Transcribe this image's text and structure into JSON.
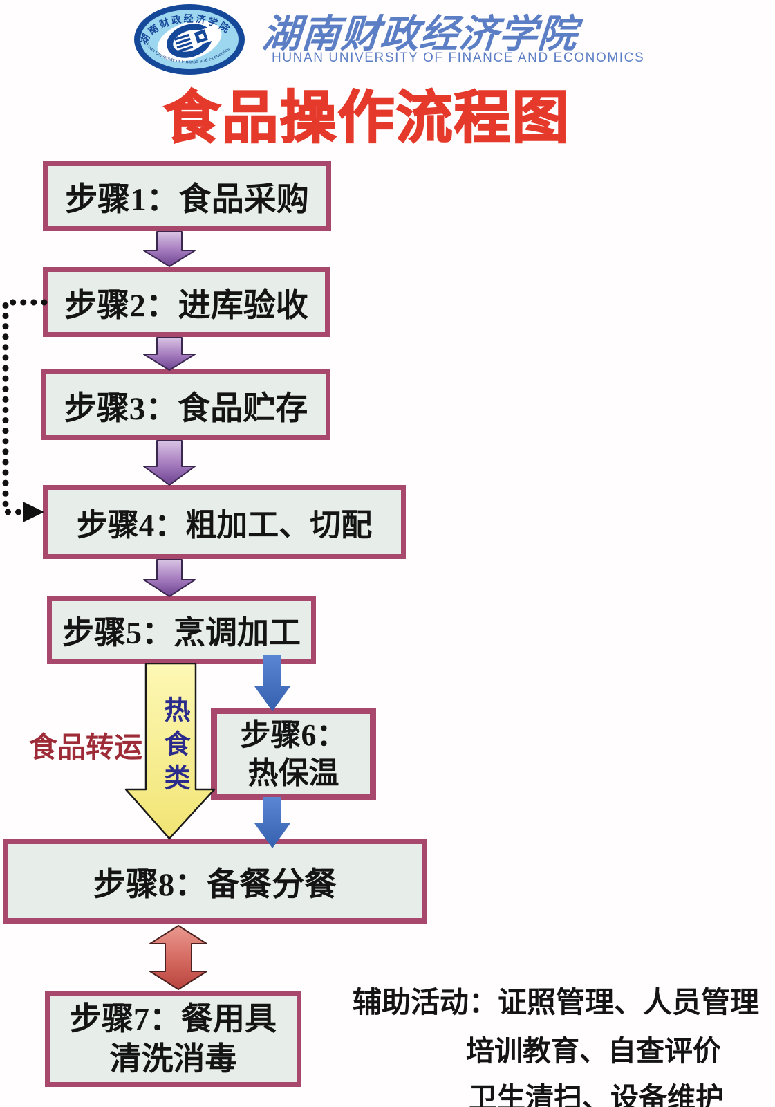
{
  "header": {
    "logo": {
      "arc_text_cn": "湖南财政经济学院",
      "arc_text_en": "Hunan University of Finance and Economics"
    },
    "university_name_cn": "湖南财政经济学院",
    "university_name_en": "HUNAN UNIVERSITY OF FINANCE AND ECONOMICS"
  },
  "title": "食品操作流程图",
  "flow": {
    "step1": {
      "label": "步骤1：食品采购"
    },
    "step2": {
      "label": "步骤2：进库验收"
    },
    "step3": {
      "label": "步骤3：食品贮存"
    },
    "step4": {
      "label": "步骤4：粗加工、切配"
    },
    "step5": {
      "label": "步骤5：烹调加工"
    },
    "step6": {
      "line1": "步骤6：",
      "line2": "热保温"
    },
    "step8": {
      "label": "步骤8：备餐分餐"
    },
    "step7": {
      "line1": "步骤7：餐用具",
      "line2": "清洗消毒"
    },
    "food_transfer_label": "食品转运",
    "hot_food_label": "热食类"
  },
  "auxiliary": {
    "lines": [
      "辅助活动：证照管理、人员管理",
      "培训教育、自查评价",
      "卫生清扫、设备维护"
    ]
  },
  "colors": {
    "title-red": "#e53a2b",
    "brand-blue": "#5b7ec5",
    "logo-dark-blue": "#16489a",
    "logo-light-blue": "#9dd6ef",
    "box-border": "#a8486c",
    "box-fill": "#e7eee9",
    "purple-arrow-light": "#d9c4e4",
    "purple-arrow-dark": "#6d4391",
    "blue-arrow": "#3f6fc4",
    "yellow-arrow": "#f9f297",
    "red-arrow-light": "#e9998f",
    "red-arrow-dark": "#b8443e",
    "food-transfer-red": "#9e2c38",
    "hot-food-navy": "#2b2b8c",
    "text-black": "#141414"
  }
}
